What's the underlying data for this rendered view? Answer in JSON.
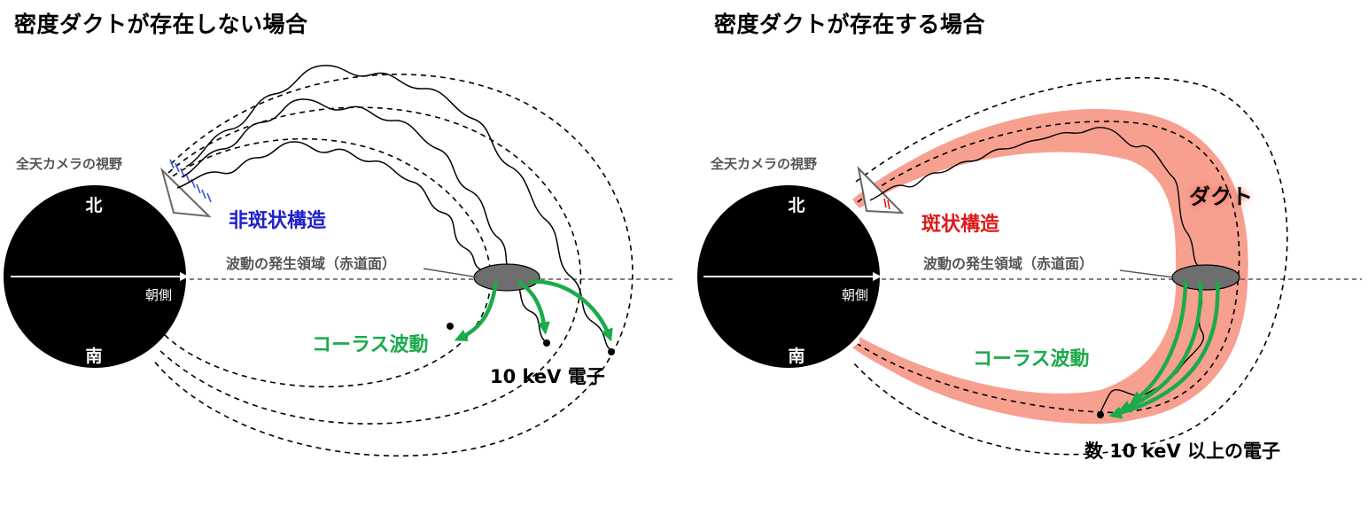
{
  "colors": {
    "chorus_arrow": "#1aab4a",
    "non_patchy_label": "#1f1fcc",
    "patchy_label": "#e01919",
    "duct_fill": "#f7a090",
    "annotation_gray": "#555555",
    "source_region_fill": "#6e6e6e"
  },
  "left_panel": {
    "title": "密度ダクトが存在しない場合",
    "camera_fov_label": "全天カメラの視野",
    "north_label": "北",
    "south_label": "南",
    "dawn_side_label": "朝側",
    "structure_label": "非斑状構造",
    "source_region_label": "波動の発生領域（赤道面）",
    "chorus_label": "コーラス波動",
    "electron_label": "10 keV 電子"
  },
  "right_panel": {
    "title": "密度ダクトが存在する場合",
    "camera_fov_label": "全天カメラの視野",
    "north_label": "北",
    "south_label": "南",
    "dawn_side_label": "朝側",
    "structure_label": "斑状構造",
    "duct_label": "ダクト",
    "source_region_label": "波動の発生領域（赤道面）",
    "chorus_label": "コーラス波動",
    "electron_label": "数 10 keV 以上の電子"
  }
}
